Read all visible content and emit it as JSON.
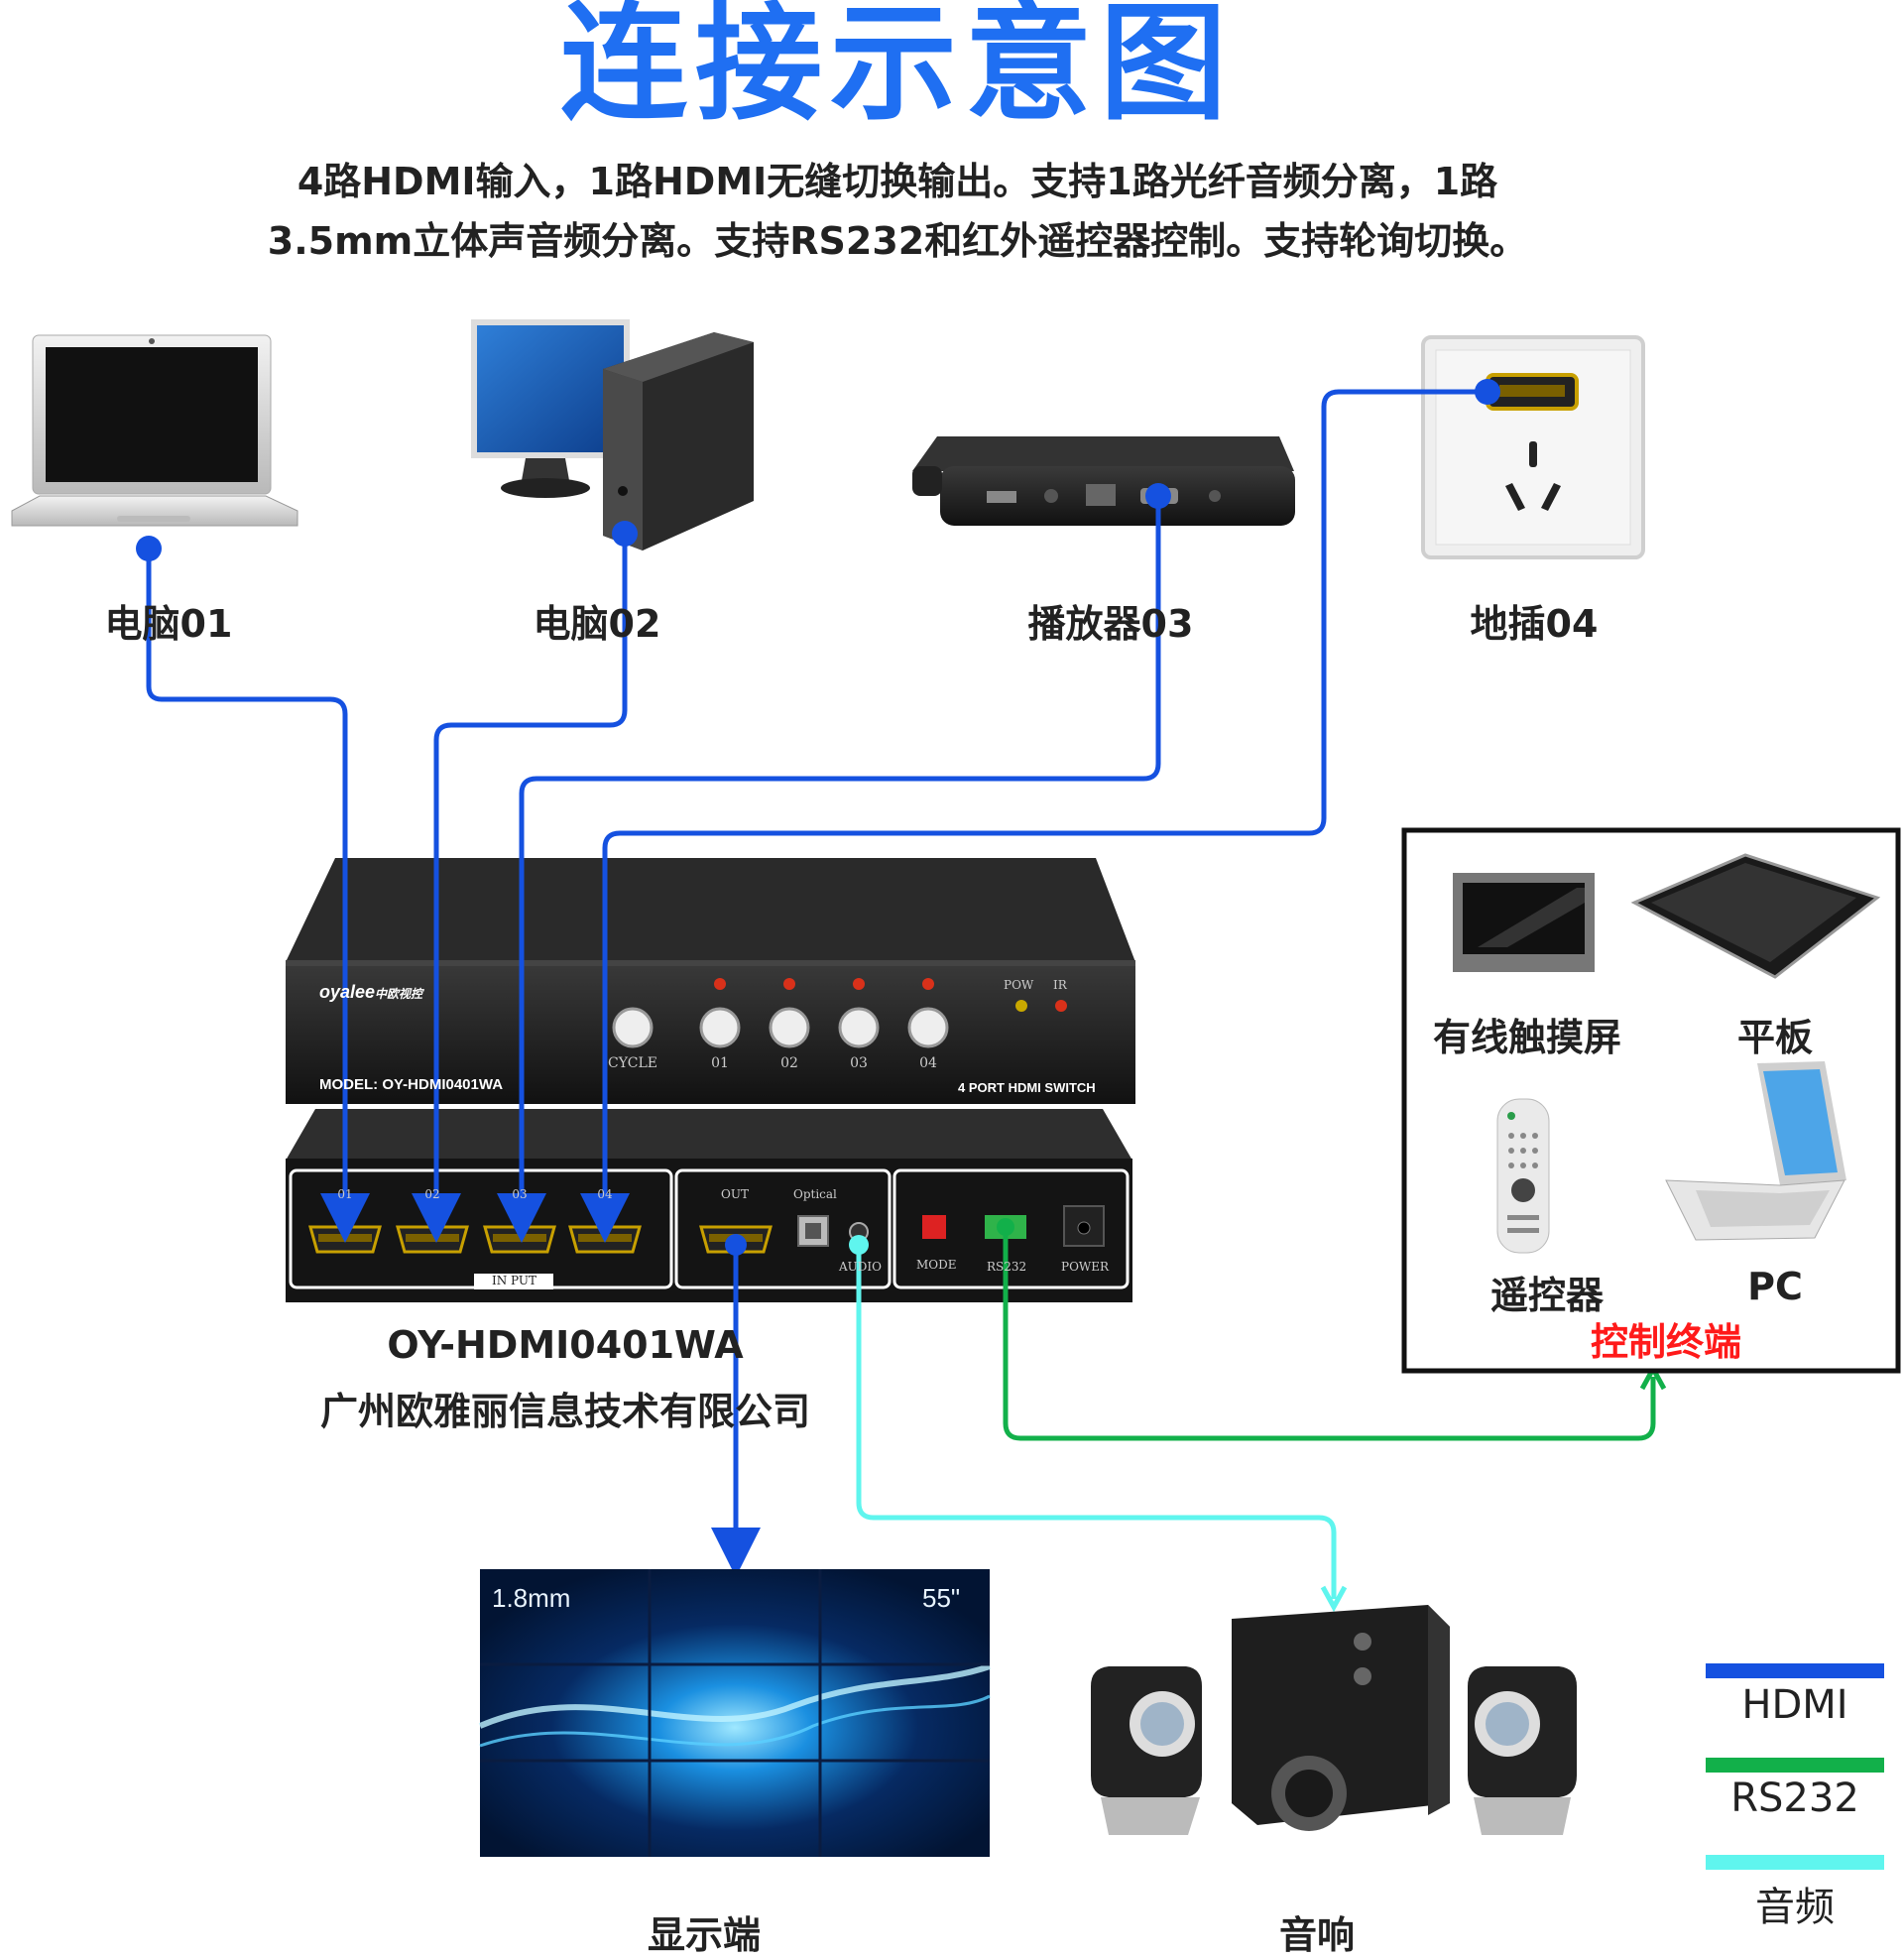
{
  "title": "连接示意图",
  "description": {
    "line1": "4路HDMI输入，1路HDMI无缝切换输出。支持1路光纤音频分离，1路",
    "line2": "3.5mm立体声音频分离。支持RS232和红外遥控器控制。支持轮询切换。"
  },
  "sources": [
    {
      "label": "电脑01",
      "icon": "laptop-icon"
    },
    {
      "label": "电脑02",
      "icon": "desktop-pc-icon"
    },
    {
      "label": "播放器03",
      "icon": "media-player-icon"
    },
    {
      "label": "地插04",
      "icon": "floor-socket-icon"
    }
  ],
  "device": {
    "brand": "oyalee",
    "brand_cn": "中欧视控",
    "model_label": "MODEL:  OY-HDMI0401WA",
    "product_label": "4 PORT HDMI SWITCH",
    "buttons": [
      "CYCLE",
      "01",
      "02",
      "03",
      "04"
    ],
    "indicators": [
      "POW",
      "IR"
    ],
    "input_ports": [
      "01",
      "02",
      "03",
      "04"
    ],
    "input_caption": "IN PUT",
    "out_label": "OUT",
    "optical_label": "Optical",
    "audio_label": "AUDIO",
    "mode_label": "MODE",
    "rs232_label": "RS232",
    "power_label": "POWER"
  },
  "product_model": "OY-HDMI0401WA",
  "company": "广州欧雅丽信息技术有限公司",
  "control_panel": {
    "items": [
      {
        "label": "有线触摸屏",
        "icon": "touch-screen-icon"
      },
      {
        "label": "平板",
        "icon": "tablet-icon"
      },
      {
        "label": "遥控器",
        "icon": "remote-control-icon"
      },
      {
        "label": "PC",
        "icon": "pc-laptop-icon"
      }
    ],
    "caption": "控制终端",
    "caption_color": "#ff1a1a"
  },
  "outputs": {
    "display": {
      "label": "显示端",
      "bezel_text": "1.8mm",
      "size_text": "55\""
    },
    "speaker": {
      "label": "音响"
    }
  },
  "legend": [
    {
      "label": "HDMI",
      "color": "#1551e0"
    },
    {
      "label": "RS232",
      "color": "#12b04a"
    },
    {
      "label": "音频",
      "color": "#5ff5ee"
    }
  ],
  "colors": {
    "hdmi": "#1551e0",
    "rs232": "#12b04a",
    "audio": "#5ff5ee",
    "title": "#1f6ff2"
  }
}
